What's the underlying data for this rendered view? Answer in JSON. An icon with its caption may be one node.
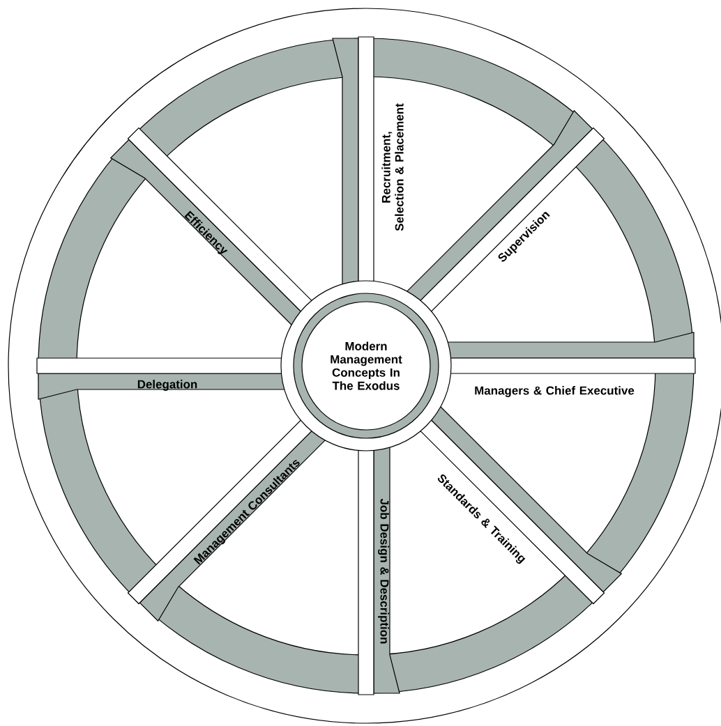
{
  "diagram": {
    "nodes": [
      {
        "text": [
          "Modern Management Concepts In The Exodus"
        ]
      }
    ],
    "labels": [
      "Recruitment, Selection & Placement",
      "Supervision",
      "Managers & Chief Executive",
      "Standards & Training",
      "Job Design & Description",
      "Management Consultants",
      "Delegation",
      "Efficiency"
    ]
  }
}
